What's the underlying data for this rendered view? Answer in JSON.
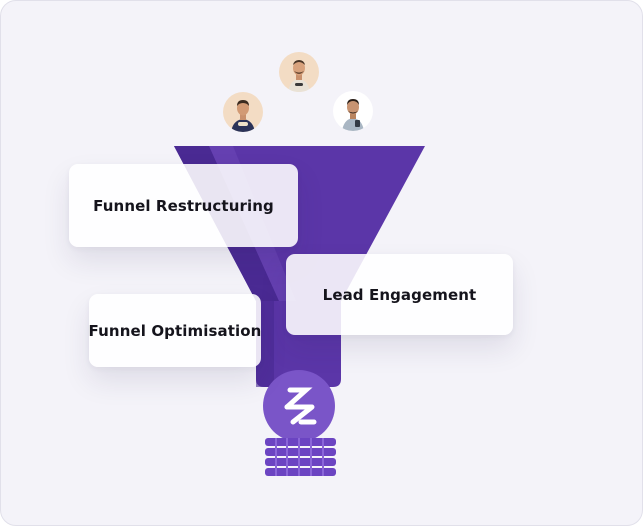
{
  "cards": {
    "funnel_restructuring": "Funnel Restructuring",
    "lead_engagement": "Lead Engagement",
    "funnel_optimisation": "Funnel Optimisation"
  },
  "icons": {
    "brand_logo": "brand-logo-icon",
    "lead_avatars": [
      "person-avatar-icon",
      "person-avatar-icon",
      "person-avatar-icon"
    ],
    "coin_stack": "coin-stack-icon"
  },
  "colors": {
    "funnel_light": "#5b36a8",
    "funnel_dark": "#4a2a93",
    "funnel_mid": "#6a45b5",
    "emblem": "#7a55c8",
    "coins": "#6b44c2",
    "background": "#f4f3f9"
  }
}
